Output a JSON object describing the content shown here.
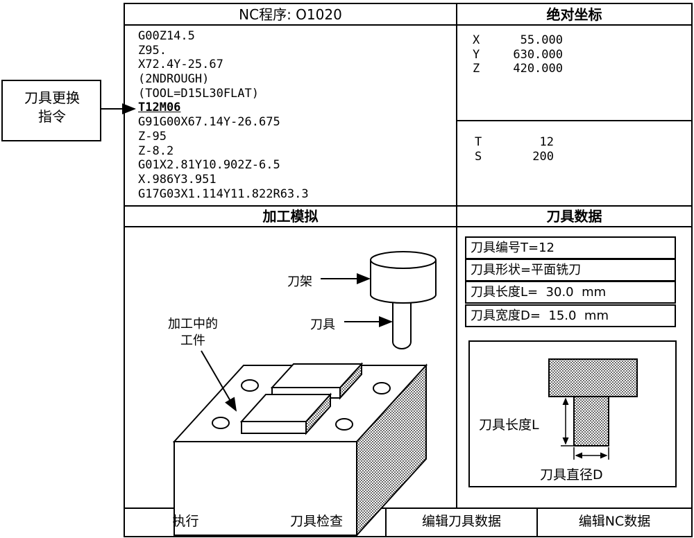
{
  "nc_program": {
    "title": "NC程序: O1020",
    "lines": [
      {
        "text": "G00Z14.5",
        "highlight": false
      },
      {
        "text": "Z95.",
        "highlight": false
      },
      {
        "text": "X72.4Y-25.67",
        "highlight": false
      },
      {
        "text": "(2NDROUGH)",
        "highlight": false
      },
      {
        "text": "(TOOL=D15L30FLAT)",
        "highlight": false
      },
      {
        "text": "T12M06",
        "highlight": true
      },
      {
        "text": "G91G00X67.14Y-26.675",
        "highlight": false
      },
      {
        "text": "Z-95",
        "highlight": false
      },
      {
        "text": "Z-8.2",
        "highlight": false
      },
      {
        "text": "G01X2.81Y10.902Z-6.5",
        "highlight": false
      },
      {
        "text": "X.986Y3.951",
        "highlight": false
      },
      {
        "text": "G17G03X1.114Y11.822R63.3",
        "highlight": false
      }
    ]
  },
  "callout": {
    "line1": "刀具更换",
    "line2": "指令"
  },
  "absolute_coords": {
    "title": "绝对坐标",
    "rows": [
      {
        "axis": "X",
        "value": "55.000"
      },
      {
        "axis": "Y",
        "value": "630.000"
      },
      {
        "axis": "Z",
        "value": "420.000"
      }
    ]
  },
  "tool_speed": {
    "rows": [
      {
        "key": "T",
        "value": "12"
      },
      {
        "key": "S",
        "value": "200"
      }
    ]
  },
  "simulation": {
    "title": "加工模拟",
    "label_holder": "刀架",
    "label_tool": "刀具",
    "label_workpiece_1": "加工中的",
    "label_workpiece_2": "工件"
  },
  "tool_data": {
    "title": "刀具数据",
    "rows": [
      "刀具编号T=12",
      "刀具形状=平面铣刀",
      "刀具长度L=  30.0  mm",
      "刀具宽度D=  15.0  mm"
    ],
    "diagram_length_label": "刀具长度L",
    "diagram_diameter_label": "刀具直径D"
  },
  "buttons": {
    "execute": "执行",
    "tool_check": "刀具检查",
    "edit_tool_data": "编辑刀具数据",
    "edit_nc_data": "编辑NC数据"
  }
}
